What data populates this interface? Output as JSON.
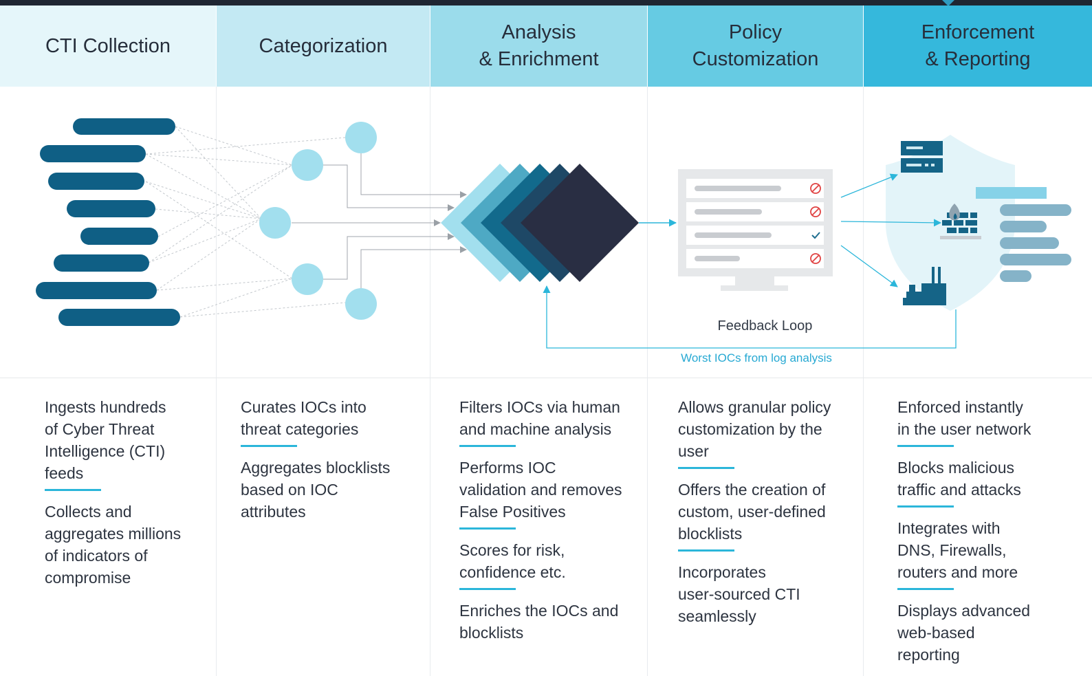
{
  "columns": [
    {
      "title": "CTI Collection",
      "bg": "#e5f6fa",
      "bullets": [
        "Ingests hundreds\nof Cyber Threat\nIntelligence (CTI)\nfeeds",
        "Collects and\naggregates millions\nof indicators of\ncompromise"
      ]
    },
    {
      "title": "Categorization",
      "bg": "#c3e9f3",
      "bullets": [
        "Curates IOCs into\nthreat categories",
        "Aggregates blocklists\nbased on IOC\nattributes"
      ]
    },
    {
      "title": "Analysis\n& Enrichment",
      "bg": "#9bdceb",
      "bullets": [
        "Filters IOCs via human\nand machine analysis",
        "Performs IOC\nvalidation and removes\nFalse Positives",
        "Scores for risk,\nconfidence etc.",
        "Enriches the IOCs and\nblocklists"
      ]
    },
    {
      "title": "Policy\nCustomization",
      "bg": "#66cbe3",
      "bullets": [
        "Allows granular policy\ncustomization by the\nuser",
        "Offers the creation of\ncustom, user-defined\nblocklists",
        "Incorporates\nuser-sourced CTI\nseamlessly"
      ]
    },
    {
      "title": "Enforcement\n& Reporting",
      "bg": "#35b8dc",
      "bullets": [
        "Enforced instantly\nin the user network",
        "Blocks malicious\ntraffic and attacks",
        "Integrates with\nDNS, Firewalls,\nrouters and more",
        "Displays advanced\nweb-based\nreporting"
      ]
    }
  ],
  "diagram": {
    "feedback_label": "Feedback Loop",
    "worst_iocs_label": "Worst IOCs from log analysis"
  },
  "colors": {
    "feed_bar": "#0f5f85",
    "circle": "#a2dfee",
    "accent_line": "#2bb6da",
    "diamonds": [
      "#a2dfee",
      "#4ea9c4",
      "#126a8c",
      "#1e4866",
      "#292e43"
    ],
    "dark_topbar": "#1f2632"
  },
  "icons": [
    "server-icon",
    "firewall-icon",
    "router-icon",
    "shield-icon",
    "monitor-icon",
    "block-icon",
    "check-icon"
  ]
}
